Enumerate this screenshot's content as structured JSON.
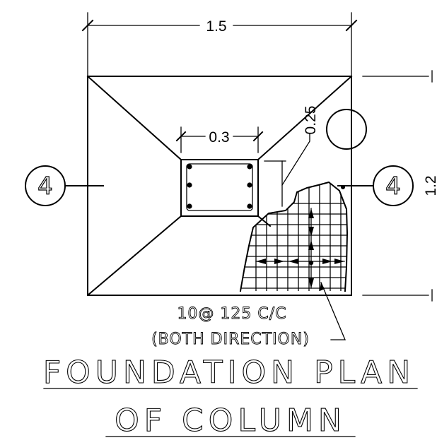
{
  "dimensions": {
    "footing_width": "1.5",
    "column_width": "0.3",
    "footing_thickness": "0.25",
    "right_edge_label": "1.2"
  },
  "section_markers": {
    "left": "4",
    "right": "4"
  },
  "reinforcement_note": {
    "line1": "10@ 125 C/C",
    "line2": "(BOTH DIRECTION)"
  },
  "title": {
    "line1": "FOUNDATION  PLAN",
    "line2": "OF  COLUMN"
  }
}
